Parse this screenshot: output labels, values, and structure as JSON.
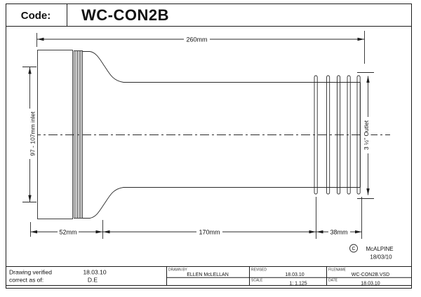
{
  "header": {
    "code_label": "Code:",
    "product_code": "WC-CON2B"
  },
  "drawing": {
    "dimensions": {
      "overall_length": "260mm",
      "inlet": "97 - 107mm inlet",
      "outlet": "3 ½\" Outlet",
      "flange_width": "52mm",
      "body_length": "170mm",
      "outlet_length": "38mm"
    },
    "copyright": {
      "symbol": "C",
      "company": "McALPINE",
      "date": "18/03/10"
    }
  },
  "title_block": {
    "verified": {
      "label_line1": "Drawing verified",
      "label_line2": "correct as of:",
      "date": "18.03.10",
      "initials": "D.E"
    },
    "drawn_by": {
      "label": "DRAWN BY",
      "value": "ELLEN McLELLAN"
    },
    "revised": {
      "label": "REVISED",
      "value": "18.03.10"
    },
    "scale": {
      "label": "SCALE",
      "value": "1: 1.125"
    },
    "filename": {
      "label": "FILENAME",
      "value": "WC-CON2B.VSD"
    },
    "date": {
      "label": "DATE",
      "value": "18.03.10"
    }
  },
  "colors": {
    "line": "#1c1c1c",
    "background": "#ffffff"
  }
}
